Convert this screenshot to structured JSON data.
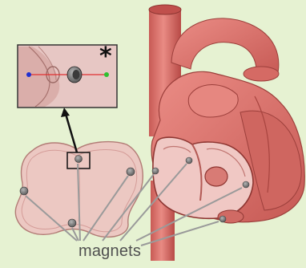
{
  "figure": {
    "marker": "*",
    "label": "magnets"
  },
  "colors": {
    "background": "#e6f2d2",
    "heart_tissue": "#e07a74",
    "heart_shadow": "#b5504c",
    "atrium_section": "#f0c8c4",
    "magnet": "#7d7d7d",
    "pointer_line": "#9a9a9a",
    "axis_line": "#e03030",
    "axis_point_left": "#2030d0",
    "axis_point_right": "#30c030"
  },
  "icons": {
    "magnet": "grey-disc",
    "marker": "asterisk"
  }
}
